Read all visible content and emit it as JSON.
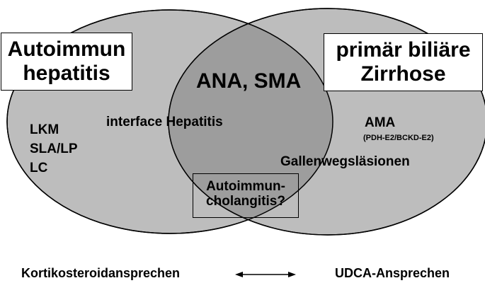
{
  "left_circle": {
    "title_line1": "Autoimmun",
    "title_line2": "hepatitis",
    "markers": [
      "LKM",
      "SLA/LP",
      "LC"
    ]
  },
  "right_circle": {
    "title_line1": "primär biliäre",
    "title_line2": "Zirrhose",
    "marker": "AMA",
    "marker_detail": "(PDH-E2/BCKD-E2)",
    "feature": "Gallenwegsläsionen"
  },
  "overlap": {
    "markers": "ANA, SMA",
    "feature": "interface Hepatitis",
    "box_line1": "Autoimmun-",
    "box_line2": "cholangitis?"
  },
  "footer": {
    "left": "Kortikosteroidansprechen",
    "right": "UDCA-Ansprechen"
  },
  "colors": {
    "circle_fill": "#bdbdbd",
    "overlap_fill": "#9d9d9d",
    "stroke": "#000000"
  }
}
